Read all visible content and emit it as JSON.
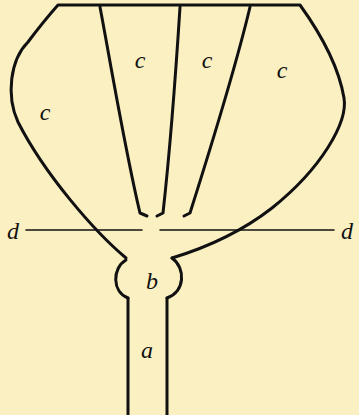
{
  "diagram": {
    "labels": [
      "c",
      "c",
      "c",
      "c",
      "d",
      "b",
      "d",
      "a"
    ]
  }
}
